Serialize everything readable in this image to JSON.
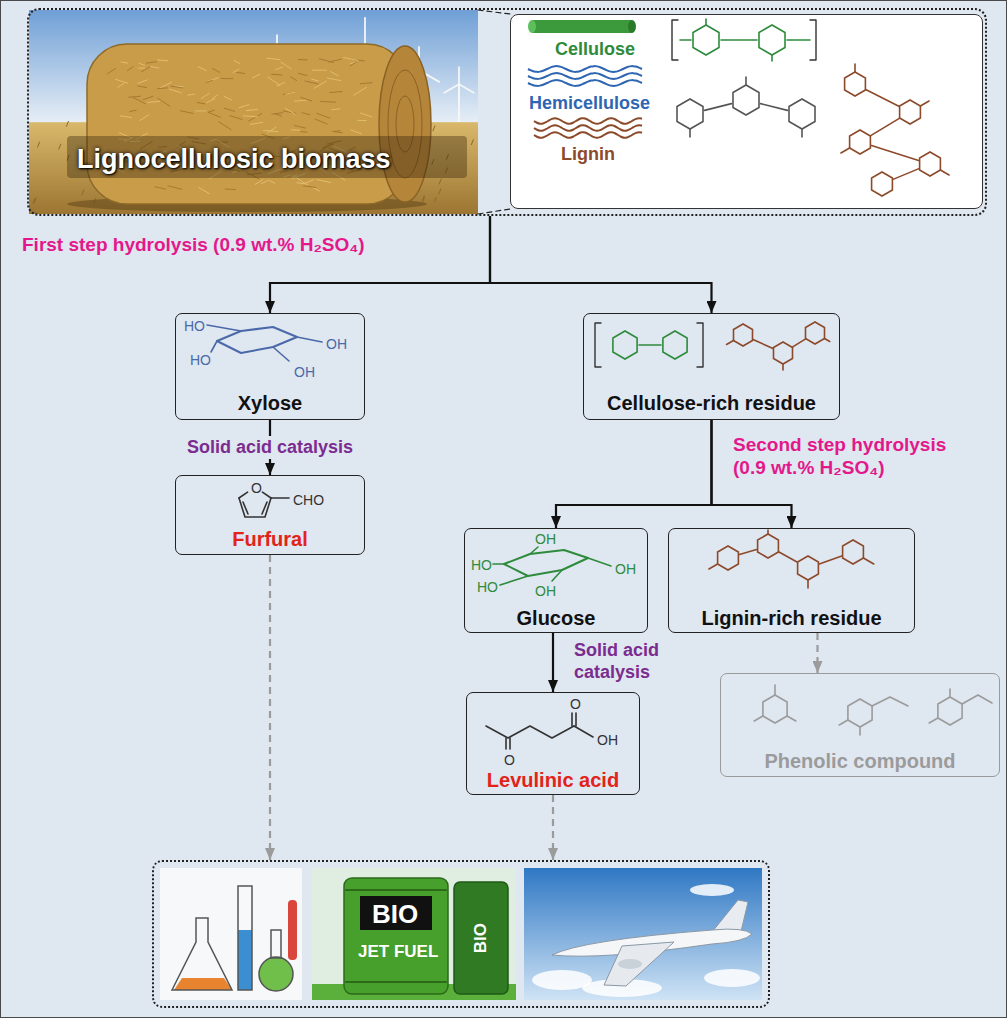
{
  "diagram": {
    "nodes": [
      {
        "text": [
          "Lignocellulosic biomass"
        ]
      },
      {
        "text": [
          "Cellulose",
          "Hemicellulose",
          "Lignin"
        ],
        "in": 0
      },
      {
        "text": [
          "HO",
          "HO",
          "OH",
          "OH",
          "Xylose"
        ]
      },
      {
        "text": [
          "Cellulose-rich residue"
        ]
      },
      {
        "text": [
          "O",
          "CHO",
          "Furfural"
        ]
      },
      {
        "text": [
          "OH",
          "HO",
          "HO",
          "OH",
          "OH",
          "Glucose"
        ]
      },
      {
        "text": [
          "Lignin-rich residue"
        ]
      },
      {
        "text": [
          "O",
          "OH",
          "O",
          "Levulinic acid"
        ]
      },
      {
        "text": [
          "Phenolic compound"
        ]
      },
      {
        "text": [
          "BIO",
          "JET FUEL"
        ]
      }
    ],
    "edges": [
      {
        "from": 0,
        "to": 2,
        "arrow": "to"
      },
      {
        "from": 0,
        "to": 3,
        "arrow": "to"
      },
      {
        "from": 2,
        "to": 4,
        "label": "Solid acid catalysis",
        "arrow": "to"
      },
      {
        "from": 3,
        "to": 5,
        "arrow": "to"
      },
      {
        "from": 3,
        "to": 6,
        "arrow": "to"
      },
      {
        "from": 5,
        "to": 7,
        "arrow": "to"
      },
      {
        "from": 6,
        "to": 8,
        "arrow": "to"
      },
      {
        "from": 4,
        "to": 9,
        "arrow": "to"
      },
      {
        "from": 7,
        "to": 9,
        "arrow": "to"
      }
    ],
    "labels": [
      "First step hydrolysis (0.9 wt.% H₂SO₄)",
      "Second step hydrolysis (0.9 wt.% H₂SO₄)",
      "Solid acid catalysis",
      "BIO"
    ]
  }
}
